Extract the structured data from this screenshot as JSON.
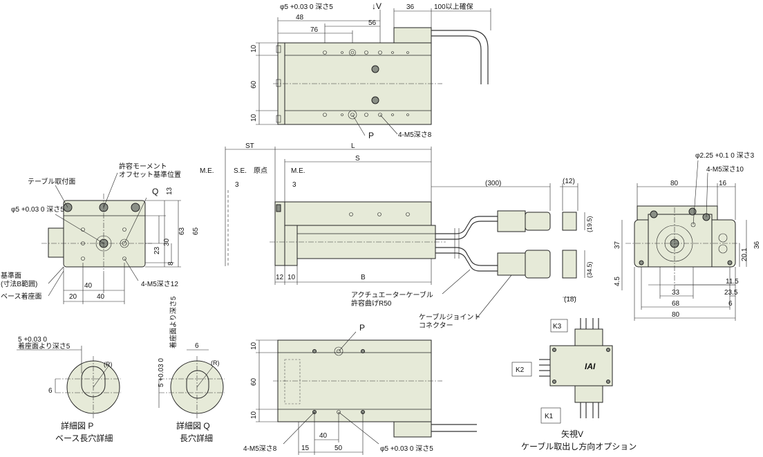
{
  "top_view": {
    "hole_spec": "φ5 +0.03 0 深さ5",
    "arrow_v": "↓V",
    "dims": {
      "d48": "48",
      "d76": "76",
      "d56": "56",
      "d36": "36",
      "cable_clear": "100以上確保",
      "d10": "10",
      "d60": "60",
      "d10b": "10"
    },
    "label_p": "P",
    "tap_spec": "4-M5深さ8"
  },
  "side_view": {
    "dims": {
      "st": "ST",
      "l": "L",
      "s": "S",
      "me1": "M.E.",
      "se": "S.E.",
      "origin": "原点",
      "me2": "M.E.",
      "d3a": "3",
      "d3b": "3",
      "d300": "(300)",
      "d12p": "(12)",
      "d195": "(19.5)",
      "d345": "(34.5)",
      "d18": "(18)",
      "d12": "12",
      "d10": "10",
      "b": "B"
    },
    "cable_note_1": "アクチュエーターケーブル",
    "cable_note_2": "許容曲げR50",
    "joint_note_1": "ケーブルジョイント",
    "joint_note_2": "コネクター"
  },
  "left_view": {
    "table_face": "テーブル取付面",
    "moment_1": "許容モーメント",
    "moment_2": "オフセット基準位置",
    "label_q": "Q",
    "hole_spec": "φ5 +0.03 0 深さ5",
    "base_ref_1": "基準面",
    "base_ref_2": "(寸法B範囲)",
    "base_seat": "ベース着座面",
    "tap_spec": "4-M5深さ12",
    "dims": {
      "d13": "13",
      "d63": "63",
      "d65": "65",
      "d30": "30",
      "d23": "23",
      "d8": "8",
      "d40a": "40",
      "d20": "20",
      "d40b": "40"
    }
  },
  "right_view": {
    "hole_spec": "φ2.25 +0.1 0 深さ3",
    "tap_spec": "4-M5深さ10",
    "dims": {
      "d80": "80",
      "d16": "16",
      "d37": "37",
      "d36": "36",
      "d201": "20.1",
      "d45": "4.5",
      "d115": "11.5",
      "d33": "33",
      "d235": "23.5",
      "d68": "68",
      "d6": "6",
      "d80b": "80"
    }
  },
  "bottom_view": {
    "label_p": "P",
    "tap_spec": "4-M5深さ8",
    "hole_spec": "φ5 +0.03 0 深さ5",
    "dims": {
      "d10": "10",
      "d60": "60",
      "d10b": "10",
      "d40": "40",
      "d15": "15",
      "d50": "50"
    }
  },
  "detail_p": {
    "depth": "5 +0.03 0",
    "depth_note": "着座面より深さ5",
    "dim6": "6",
    "radius": "(R)",
    "title_1": "詳細図 P",
    "title_2": "ベース長穴詳細"
  },
  "detail_q": {
    "depth": "5 +0.03 0",
    "depth_note": "着座面より深さ5",
    "dim6": "6",
    "radius": "(R)",
    "title_1": "詳細図 Q",
    "title_2": "長穴詳細"
  },
  "view_v": {
    "k1": "K1",
    "k2": "K2",
    "k3": "K3",
    "logo": "IAI",
    "title_1": "矢視V",
    "title_2": "ケーブル取出し方向オプション"
  }
}
